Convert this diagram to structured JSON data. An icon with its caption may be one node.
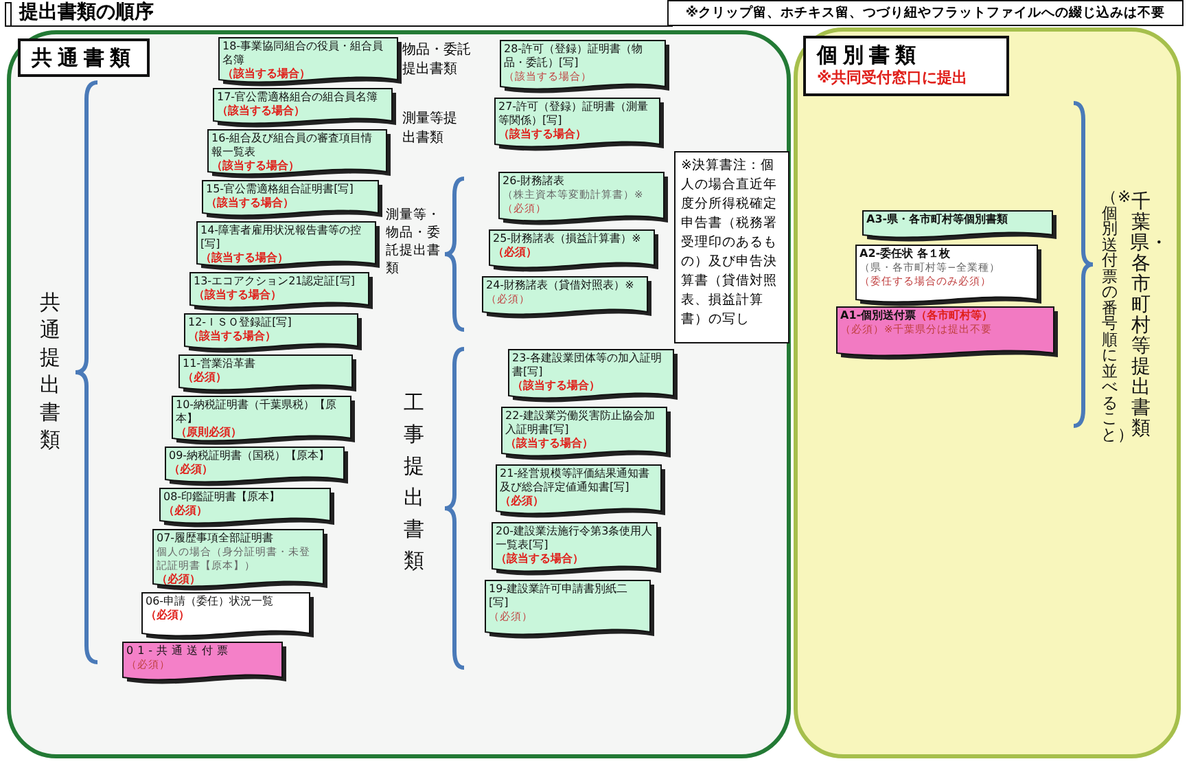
{
  "diagram": {
    "title": "提出書類の順序",
    "nodes": [
      {
        "text": [
          "共通書類"
        ]
      },
      {
        "text": [
          "18-事業協同組合の役員・組合員名簿",
          "（該当する場合）"
        ],
        "in": 0
      },
      {
        "text": [
          "17-官公需適格組合の組合員名簿",
          "（該当する場合）"
        ],
        "in": 0
      },
      {
        "text": [
          "16-組合及び組合員の審査項目情報一覧表",
          "（該当する場合）"
        ],
        "in": 0
      },
      {
        "text": [
          "15-官公需適格組合証明書[写]",
          "（該当する場合）"
        ],
        "in": 0
      },
      {
        "text": [
          "14-障害者雇用状況報告書等の控[写]",
          "（該当する場合）"
        ],
        "in": 0
      },
      {
        "text": [
          "13-エコアクション21認定証[写]",
          "（該当する場合）"
        ],
        "in": 0
      },
      {
        "text": [
          "12-ＩＳＯ登録証[写]",
          "（該当する場合）"
        ],
        "in": 0
      },
      {
        "text": [
          "11-営業沿革書",
          "（必須）"
        ],
        "in": 0
      },
      {
        "text": [
          "10-納税証明書（千葉県税）【原本】",
          "（原則必須）"
        ],
        "in": 0
      },
      {
        "text": [
          "09-納税証明書（国税）【原本】",
          "（必須）"
        ],
        "in": 0
      },
      {
        "text": [
          "08-印鑑証明書【原本】",
          "（必須）"
        ],
        "in": 0
      },
      {
        "text": [
          "07-履歴事項全部証明書",
          "個人の場合（身分証明書・未登記証明書【原本】）",
          "（必須）"
        ],
        "in": 0
      },
      {
        "text": [
          "06-申請（委任）状況一覧",
          "（必須）"
        ],
        "in": 0
      },
      {
        "text": [
          "01-共通送付票",
          "（必須）"
        ],
        "in": 0
      },
      {
        "text": [
          "28-許可（登録）証明書（物品・委託）[写]",
          "（該当する場合）"
        ],
        "in": 0
      },
      {
        "text": [
          "27-許可（登録）証明書（測量等関係）[写]",
          "（該当する場合）"
        ],
        "in": 0
      },
      {
        "text": [
          "26-財務諸表",
          "（株主資本等変動計算書）※",
          "（必須）"
        ],
        "in": 0
      },
      {
        "text": [
          "25-財務諸表（損益計算書）※",
          "（必須）"
        ],
        "in": 0
      },
      {
        "text": [
          "24-財務諸表（貸借対照表）※",
          "（必須）"
        ],
        "in": 0
      },
      {
        "text": [
          "※決算書注：個人の場合直近年度分所得税確定申告書（税務署受理印のあるもの）及び申告決算書（貸借対照表、損益計算書）の写し"
        ],
        "in": 0
      },
      {
        "text": [
          "23-各建設業団体等の加入証明書[写]",
          "（該当する場合）"
        ],
        "in": 0
      },
      {
        "text": [
          "22-建設業労働災害防止協会加入証明書[写]",
          "（該当する場合）"
        ],
        "in": 0
      },
      {
        "text": [
          "21-経営規模等評価結果通知書及び総合評定値通知書[写]",
          "（必須）"
        ],
        "in": 0
      },
      {
        "text": [
          "20-建設業法施行令第3条使用人一覧表[写]",
          "（該当する場合）"
        ],
        "in": 0
      },
      {
        "text": [
          "19-建設業許可申請書別紙二[写]",
          "（必須）"
        ],
        "in": 0
      },
      {
        "text": [
          "個別書類",
          "※共同受付窓口に提出"
        ]
      },
      {
        "text": [
          "A3-県・各市町村等個別書類"
        ],
        "in": 26
      },
      {
        "text": [
          "A2-委任状 各１枚",
          "（県・各市町村等−全業種）",
          "（委任する場合のみ必須）"
        ],
        "in": 26
      },
      {
        "text": [
          "A1-個別送付票",
          "（各市町村等）",
          "（必須）※千葉県分は提出不要"
        ],
        "in": 26
      }
    ],
    "labels": [
      "※クリップ留、ホチキス留、つづり紐やフラットファイルへの綴じ込みは不要",
      "物品・委託提出書類",
      "測量等提出書類",
      "共通提出書類",
      "測量等・物品・委託提出書類",
      "工事提出書類",
      "千葉県・各市町村等提出書類",
      "（※個別送付票の番号順に並べること）"
    ]
  }
}
